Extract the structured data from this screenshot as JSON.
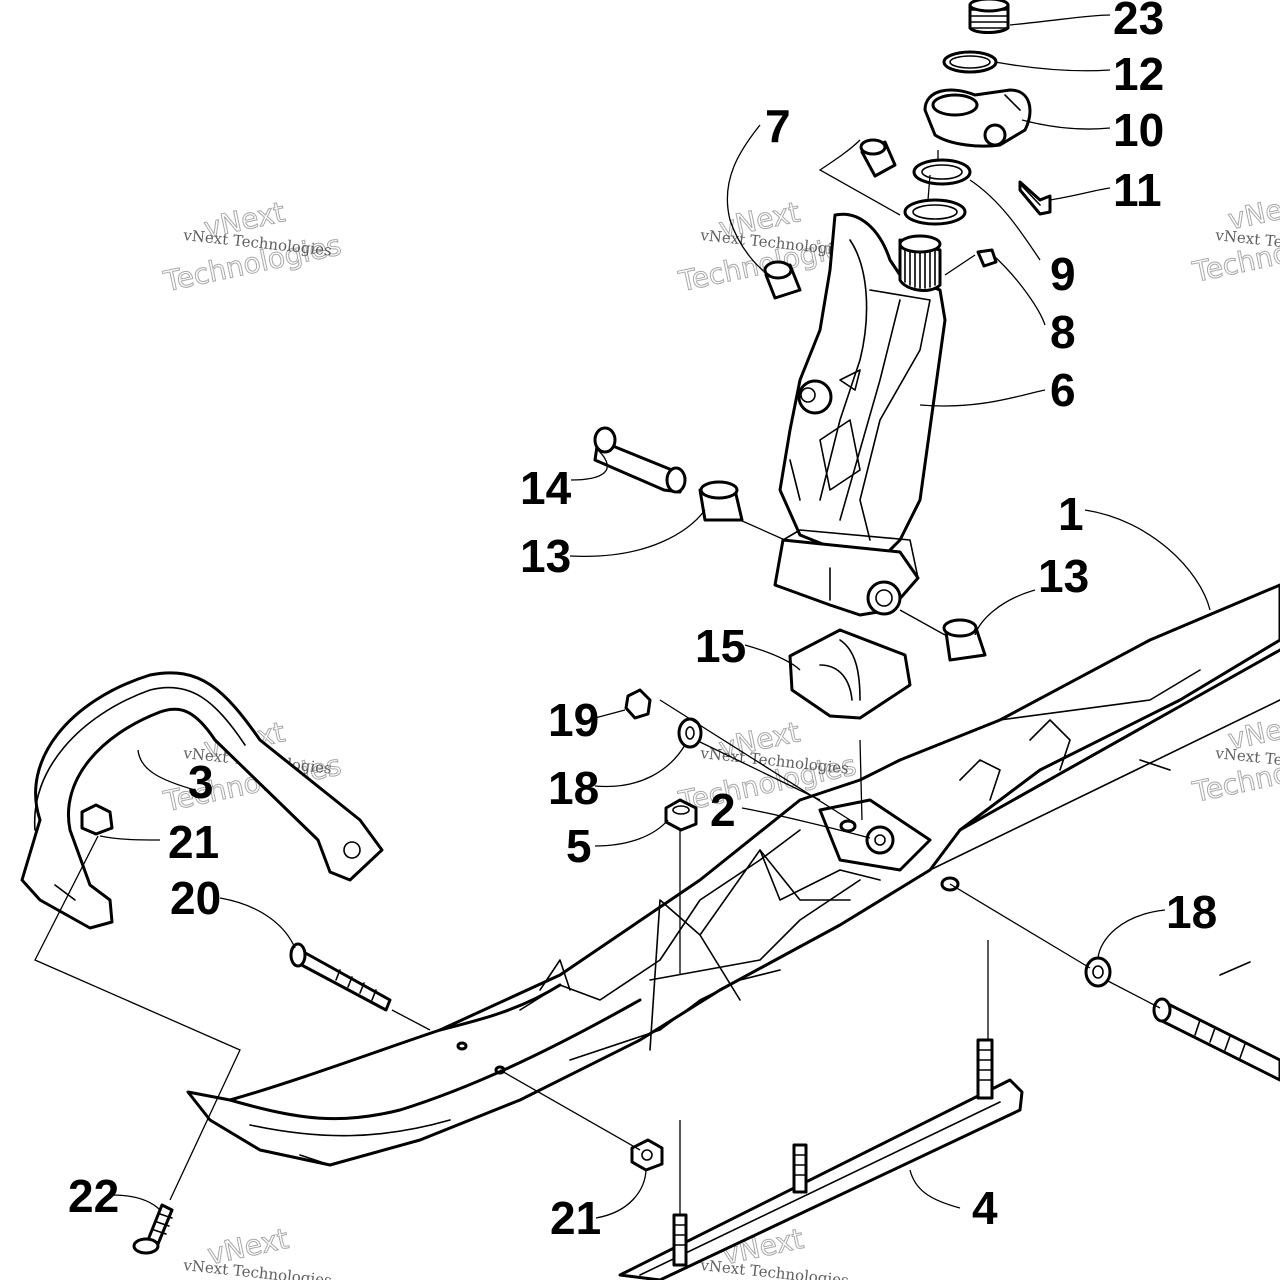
{
  "callouts": [
    {
      "id": "c23a",
      "label": "23"
    },
    {
      "id": "c12",
      "label": "12"
    },
    {
      "id": "c10",
      "label": "10"
    },
    {
      "id": "c11",
      "label": "11"
    },
    {
      "id": "c7",
      "label": "7"
    },
    {
      "id": "c9",
      "label": "9"
    },
    {
      "id": "c8",
      "label": "8"
    },
    {
      "id": "c6",
      "label": "6"
    },
    {
      "id": "c14",
      "label": "14"
    },
    {
      "id": "c13a",
      "label": "13"
    },
    {
      "id": "c1",
      "label": "1"
    },
    {
      "id": "c13b",
      "label": "13"
    },
    {
      "id": "c15",
      "label": "15"
    },
    {
      "id": "c19",
      "label": "19"
    },
    {
      "id": "c18a",
      "label": "18"
    },
    {
      "id": "c3",
      "label": "3"
    },
    {
      "id": "c21a",
      "label": "21"
    },
    {
      "id": "c2",
      "label": "2"
    },
    {
      "id": "c5",
      "label": "5"
    },
    {
      "id": "c20",
      "label": "20"
    },
    {
      "id": "c18b",
      "label": "18"
    },
    {
      "id": "c22",
      "label": "22"
    },
    {
      "id": "c21b",
      "label": "21"
    },
    {
      "id": "c4",
      "label": "4"
    }
  ],
  "watermark": {
    "line1": "vNext Technologies",
    "big_a": "vNext",
    "big_b": "Technologies"
  },
  "colors": {
    "line": "#000000",
    "background": "#ffffff",
    "watermark": "#9a9a9a"
  }
}
